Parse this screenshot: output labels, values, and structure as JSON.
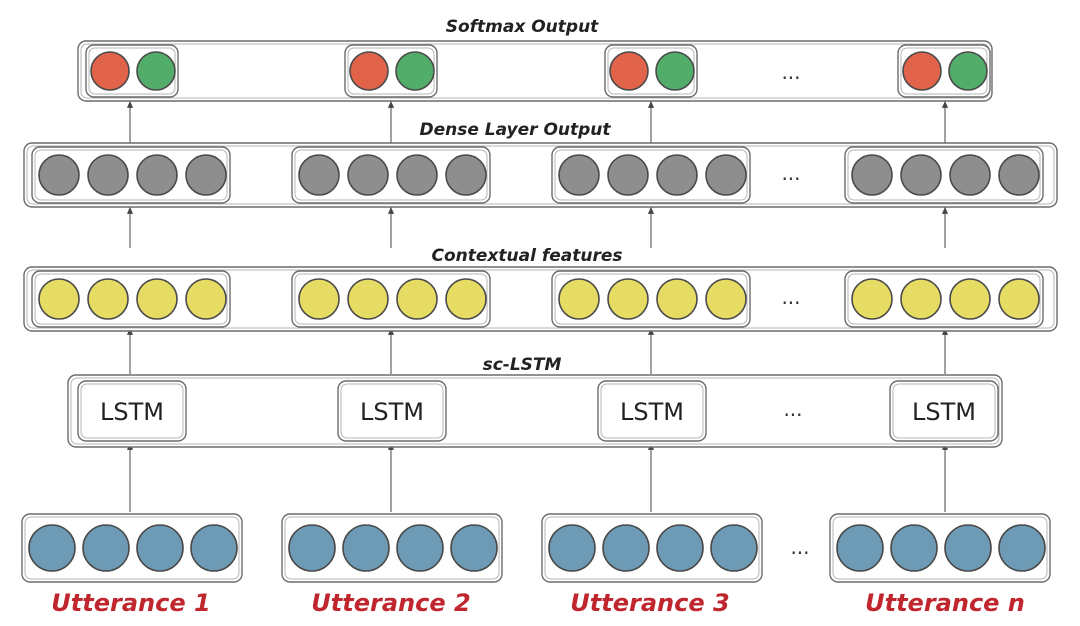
{
  "layers": {
    "softmax": {
      "title": "Softmax Output",
      "ellipsis": "...",
      "colors": [
        "#e0634a",
        "#52ad6a"
      ]
    },
    "dense": {
      "title": "Dense Layer Output",
      "ellipsis": "...",
      "color": "#8e8e8e"
    },
    "contextual": {
      "title": "Contextual features",
      "ellipsis": "...",
      "color": "#e6dc63"
    },
    "sclstm": {
      "title": "sc-LSTM",
      "ellipsis": "...",
      "cell_label": "LSTM"
    },
    "inputs": {
      "ellipsis": "...",
      "color": "#6d9bb5"
    }
  },
  "utterances": [
    "Utterance 1",
    "Utterance 2",
    "Utterance 3",
    "Utterance n"
  ],
  "colors": {
    "utterance_text": "#c0262d",
    "node_stroke": "#4a4a4a"
  }
}
